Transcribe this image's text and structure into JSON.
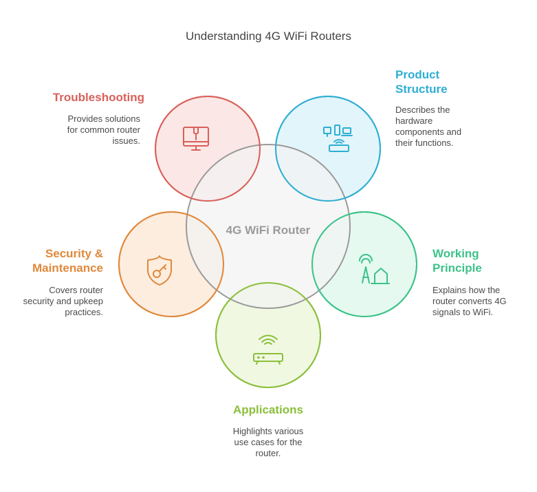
{
  "title": "Understanding 4G WiFi Routers",
  "center": {
    "label": "4G WiFi Router"
  },
  "nodes": {
    "troubleshooting": {
      "label": "Troubleshooting",
      "desc": [
        "Provides solutions",
        "for common router",
        "issues."
      ],
      "color": "#d9605a",
      "fill": "#fbe4e2",
      "icon": "monitor-wrench-icon"
    },
    "structure": {
      "label": [
        "Product",
        "Structure"
      ],
      "desc": [
        "Describes the",
        "hardware",
        "components and",
        "their functions."
      ],
      "color": "#2eaed3",
      "fill": "#dff4fb",
      "icon": "devices-router-icon"
    },
    "working": {
      "label": [
        "Working",
        "Principle"
      ],
      "desc": [
        "Explains how the",
        "router converts 4G",
        "signals to WiFi."
      ],
      "color": "#3dc28a",
      "fill": "#e2f8ee",
      "icon": "tower-home-icon"
    },
    "applications": {
      "label": "Applications",
      "desc": [
        "Highlights various",
        "use cases for the",
        "router."
      ],
      "color": "#8bbf3a",
      "fill": "#eef7df",
      "icon": "wifi-router-icon"
    },
    "security": {
      "label": [
        "Security &",
        "Maintenance"
      ],
      "desc": [
        "Covers router",
        "security and upkeep",
        "practices."
      ],
      "color": "#e0883a",
      "fill": "#fcebdc",
      "icon": "shield-key-icon"
    }
  }
}
